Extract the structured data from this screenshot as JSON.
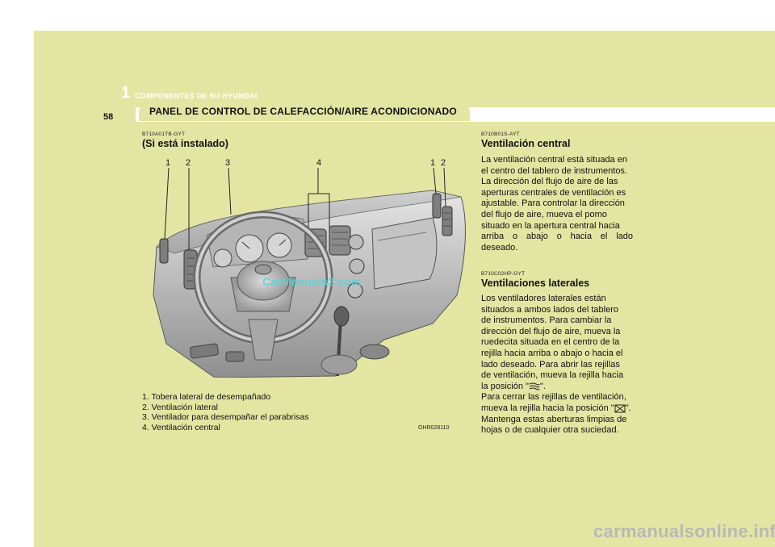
{
  "header": {
    "chapter_number": "1",
    "chapter_title": "COMPONENTES DE SU HYUNDAI",
    "page_number": "58",
    "section_title": "PANEL DE CONTROL DE CALEFACCIÓN/AIRE ACONDICIONADO"
  },
  "left": {
    "code": "B710A01TB-GYT",
    "heading": "(Si está instalado)",
    "callouts": [
      "1",
      "2",
      "3",
      "4",
      "1",
      "2"
    ],
    "legend": [
      "1. Tobera lateral de desempañado",
      "2. Ventilación lateral",
      "3. Ventilador para desempañar el parabrisas",
      "4. Ventilación central"
    ],
    "image_code": "OHR028110",
    "watermark": "CarManuals2.com"
  },
  "right": {
    "central": {
      "code": "B710B01S-AYT",
      "heading": "Ventilación central",
      "lines": [
        "La ventilación central está situada en",
        "el centro del tablero de instrumentos.",
        "La dirección del flujo de aire de las",
        "aperturas centrales de ventilación es",
        "ajustable. Para controlar la dirección",
        "del flujo de aire, mueva el pomo",
        "situado en la apertura central hacia",
        "arriba o abajo o hacia el lado deseado."
      ]
    },
    "lateral": {
      "code": "B710C02HP-GYT",
      "heading": "Ventilaciones laterales",
      "lines_a": [
        "Los ventiladores laterales están",
        "situados a ambos lados del tablero",
        "de instrumentos. Para cambiar la",
        "dirección del flujo de aire, mueva la",
        "ruedecita situada en el centro de la",
        "rejilla hacia arriba o abajo o hacia el",
        "lado deseado. Para abrir las rejillas",
        "de ventilación, mueva la rejilla hacia"
      ],
      "pos_open_pre": "la posición \"",
      "pos_open_post": "\".",
      "close_line1": "Para cerrar las rejillas de ventilación,",
      "pos_close_pre": "mueva la rejilla hacia la posición \"",
      "pos_close_post": "\".",
      "lines_b": [
        "Mantenga estas aberturas limpias de",
        "hojas o de cualquier otra suciedad."
      ],
      "icon_open": "airflow-open-icon",
      "icon_close": "vent-closed-icon"
    }
  },
  "footer": {
    "watermark": "carmanualsonline.info"
  },
  "colors": {
    "page": "#e3e6a2",
    "band": "#ffffff",
    "watermark": "#57d3d8"
  }
}
